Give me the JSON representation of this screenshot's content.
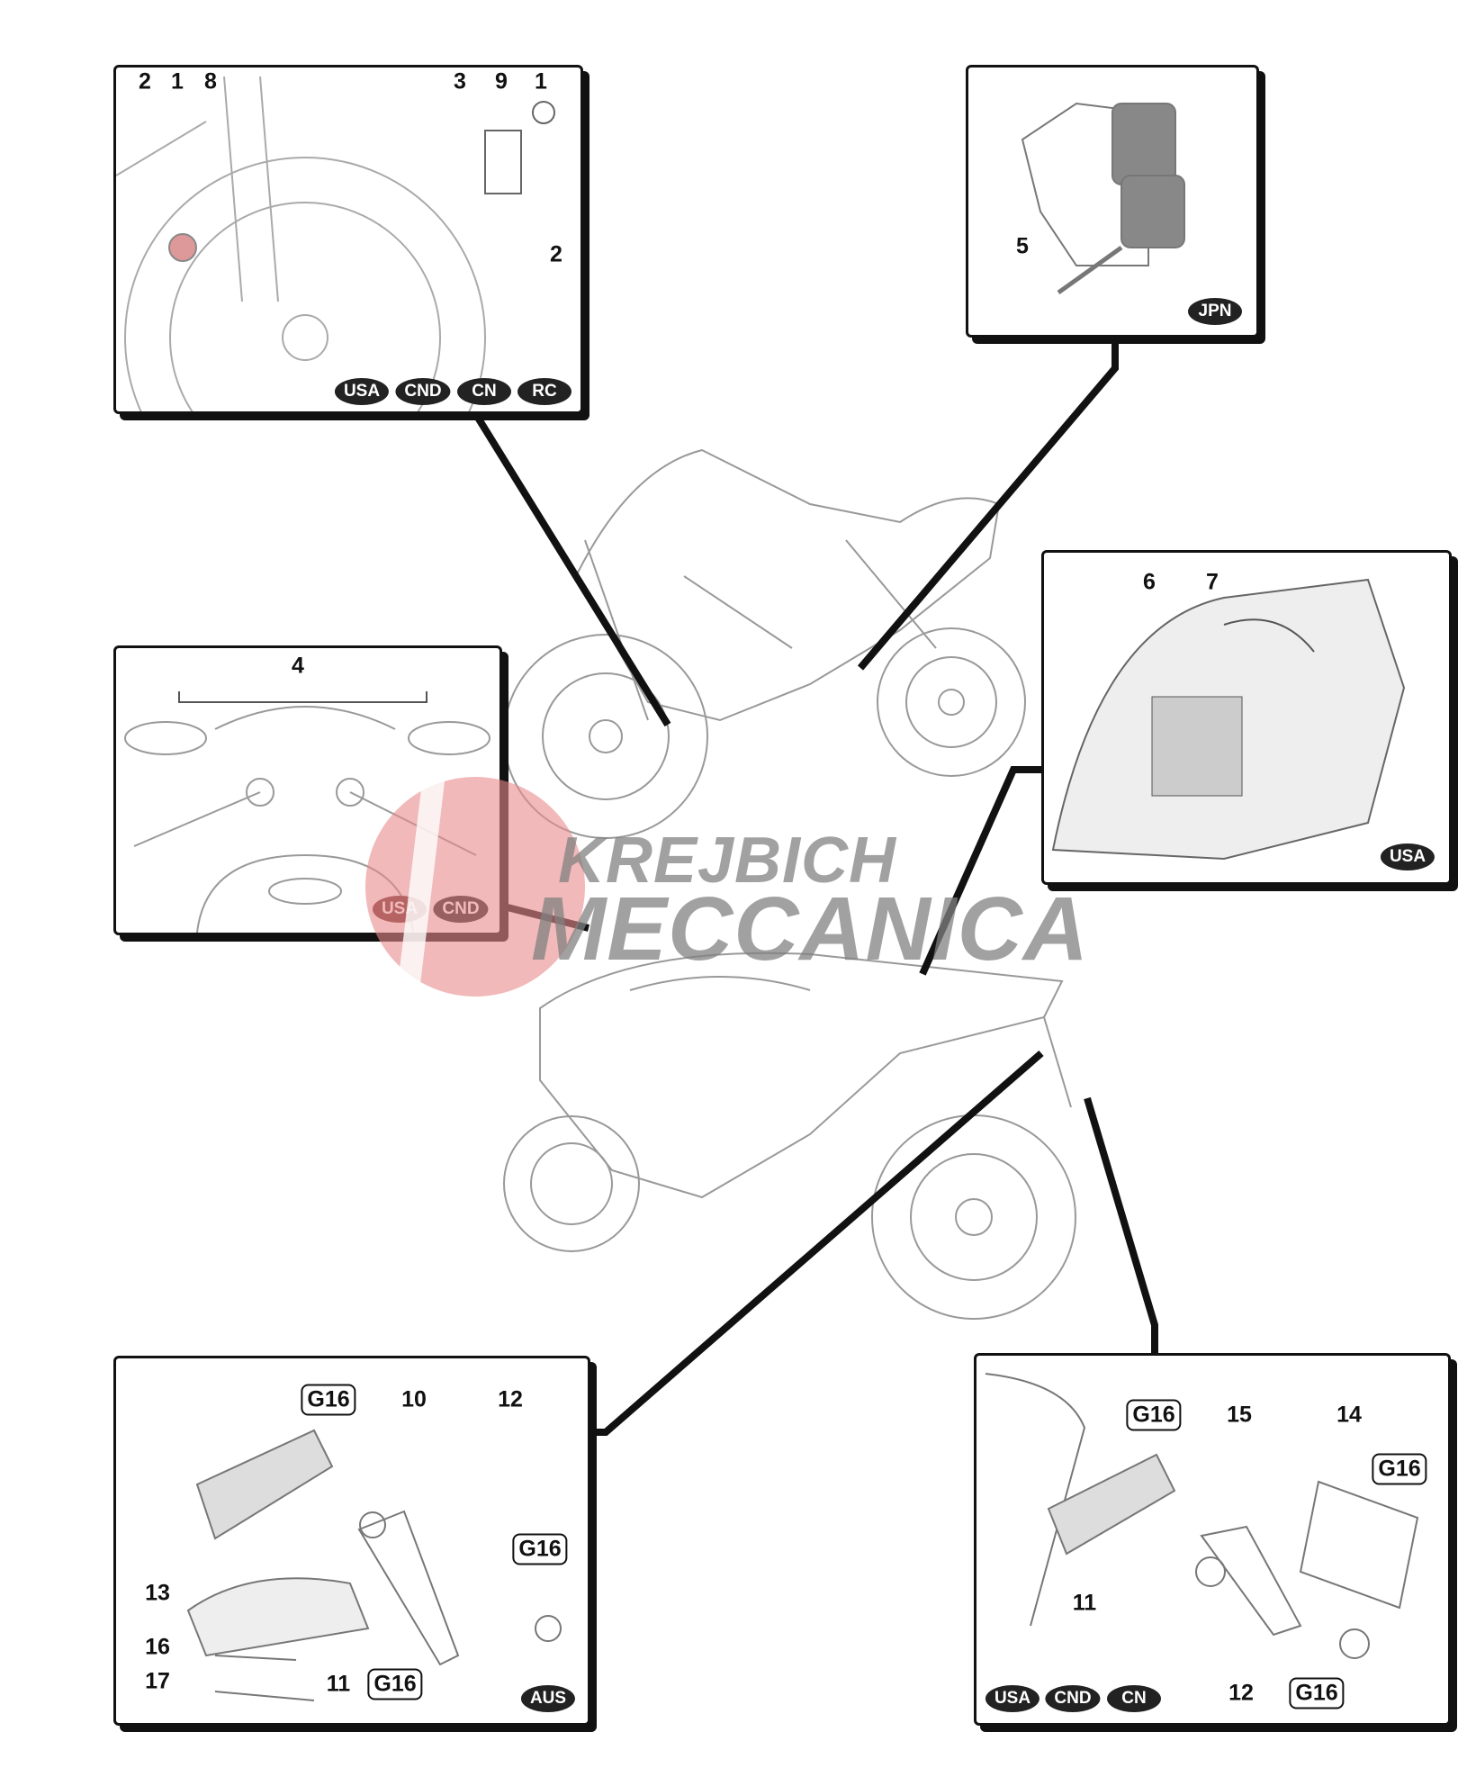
{
  "watermark": {
    "line1": "KREJBICH",
    "line2": "MECCANICA",
    "color": "#e88a8a"
  },
  "panels": {
    "front_wheel": {
      "callouts": [
        "2",
        "1",
        "8",
        "3",
        "9",
        "1",
        "2"
      ],
      "markets": [
        "USA",
        "CND",
        "CN",
        "RC"
      ]
    },
    "brake_caliper": {
      "callouts": [
        "5"
      ],
      "markets": [
        "JPN"
      ]
    },
    "handlebar": {
      "callouts": [
        "4"
      ],
      "markets": [
        "USA",
        "CND"
      ]
    },
    "tail": {
      "callouts": [
        "6",
        "7"
      ],
      "markets": [
        "USA"
      ]
    },
    "plate_holder_aus": {
      "callouts": [
        "G16",
        "10",
        "12",
        "G16",
        "13",
        "16",
        "17",
        "11",
        "G16"
      ],
      "markets": [
        "AUS"
      ]
    },
    "plate_holder_usa": {
      "callouts": [
        "G16",
        "15",
        "14",
        "G16",
        "11",
        "12",
        "G16"
      ],
      "markets": [
        "USA",
        "CND",
        "CN"
      ]
    }
  }
}
